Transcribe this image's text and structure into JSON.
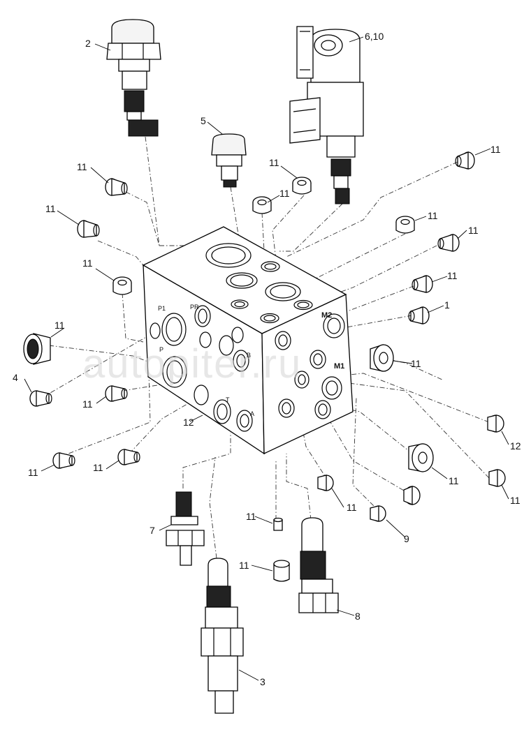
{
  "watermark": "autopiter.ru",
  "callouts": [
    {
      "id": "c2",
      "text": "2"
    },
    {
      "id": "c610",
      "text": "6,10"
    },
    {
      "id": "c5",
      "text": "5"
    },
    {
      "id": "c11a",
      "text": "11"
    },
    {
      "id": "c11b",
      "text": "11"
    },
    {
      "id": "c11c",
      "text": "11"
    },
    {
      "id": "c11d",
      "text": "11"
    },
    {
      "id": "c11e",
      "text": "11"
    },
    {
      "id": "c11f",
      "text": "11"
    },
    {
      "id": "c11g",
      "text": "11"
    },
    {
      "id": "c11h",
      "text": "11"
    },
    {
      "id": "c11i",
      "text": "11"
    },
    {
      "id": "c11j",
      "text": "11"
    },
    {
      "id": "c4",
      "text": "4"
    },
    {
      "id": "c11k",
      "text": "11"
    },
    {
      "id": "c11l",
      "text": "11"
    },
    {
      "id": "c12a",
      "text": "12"
    },
    {
      "id": "c1",
      "text": "1"
    },
    {
      "id": "c11m",
      "text": "11"
    },
    {
      "id": "c11n",
      "text": "11"
    },
    {
      "id": "c11o",
      "text": "11"
    },
    {
      "id": "c12b",
      "text": "12"
    },
    {
      "id": "c11p",
      "text": "11"
    },
    {
      "id": "c11q",
      "text": "11"
    },
    {
      "id": "c11r",
      "text": "11"
    },
    {
      "id": "c7",
      "text": "7"
    },
    {
      "id": "c9",
      "text": "9"
    },
    {
      "id": "c11s",
      "text": "11"
    },
    {
      "id": "c8",
      "text": "8"
    },
    {
      "id": "c3",
      "text": "3"
    }
  ],
  "ports": {
    "p1": "P1",
    "pr": "PR",
    "p": "P",
    "b": "B",
    "t": "T",
    "a": "A",
    "m2": "M2",
    "m1": "M1"
  }
}
